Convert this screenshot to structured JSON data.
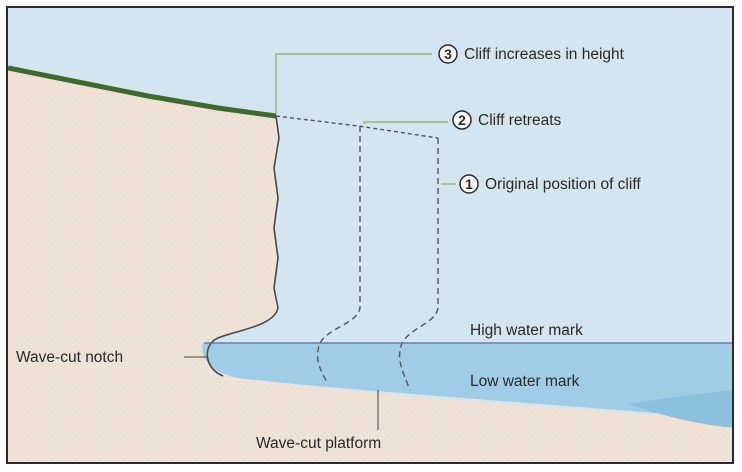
{
  "labels": {
    "step3": {
      "number": "3",
      "text": "Cliff increases in height"
    },
    "step2": {
      "number": "2",
      "text": "Cliff retreats"
    },
    "step1": {
      "number": "1",
      "text": "Original position of cliff"
    },
    "high_water": "High water mark",
    "low_water": "Low water mark",
    "notch": "Wave-cut notch",
    "platform": "Wave-cut platform"
  },
  "colors": {
    "sky": "#cfe3ef",
    "cliff_rock": "#efe5da",
    "grass": "#3f6a2e",
    "sea": "#9ccbe4",
    "platform": "#ede6dc",
    "leader_line": "#8fae5a"
  }
}
